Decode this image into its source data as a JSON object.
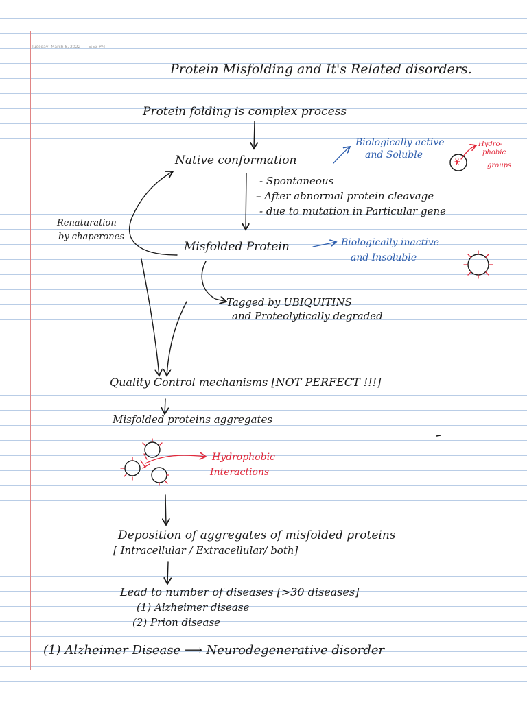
{
  "header": {
    "date": "Tuesday, March 8, 2022",
    "time": "5:53 PM"
  },
  "title": "Protein Misfolding and It's Related disorders.",
  "flow": {
    "step1": "Protein folding is complex process",
    "native": "Native conformation",
    "native_note_1": "Biologically active",
    "native_note_2": "and Soluble",
    "hydro_1": "Hydro-",
    "hydro_2": "phobic",
    "hydro_3": "groups",
    "causes": [
      "- Spontaneous",
      "– After abnormal protein cleavage",
      "- due to mutation in Particular gene"
    ],
    "renat_1": "Renaturation",
    "renat_2": "by chaperones",
    "misfolded": "Misfolded Protein",
    "misfolded_note_1": "Biologically inactive",
    "misfolded_note_2": "and Insoluble",
    "tagged_1": "Tagged by UBIQUITINS",
    "tagged_2": "and Proteolytically degraded",
    "quality": "Quality Control mechanisms [NOT PERFECT !!!]",
    "aggregates": "Misfolded proteins aggregates",
    "hydrophobic_1": "Hydrophobic",
    "hydrophobic_2": "Interactions",
    "deposition_1": "Deposition of aggregates of misfolded proteins",
    "deposition_2": "[ Intracellular / Extracellular/ both]",
    "lead": "Lead to number of diseases [>30 diseases]",
    "disease_1": "(1) Alzheimer disease",
    "disease_2": "(2) Prion disease"
  },
  "footer_line": {
    "label": "(1) Alzheimer Disease",
    "arrow": "⟶",
    "desc": "Neurodegenerative disorder"
  },
  "colors": {
    "ink": "#1a1a1a",
    "blue": "#2f5fae",
    "red": "#e2283a",
    "ruling": "#b9cde6",
    "margin": "#e08585"
  }
}
